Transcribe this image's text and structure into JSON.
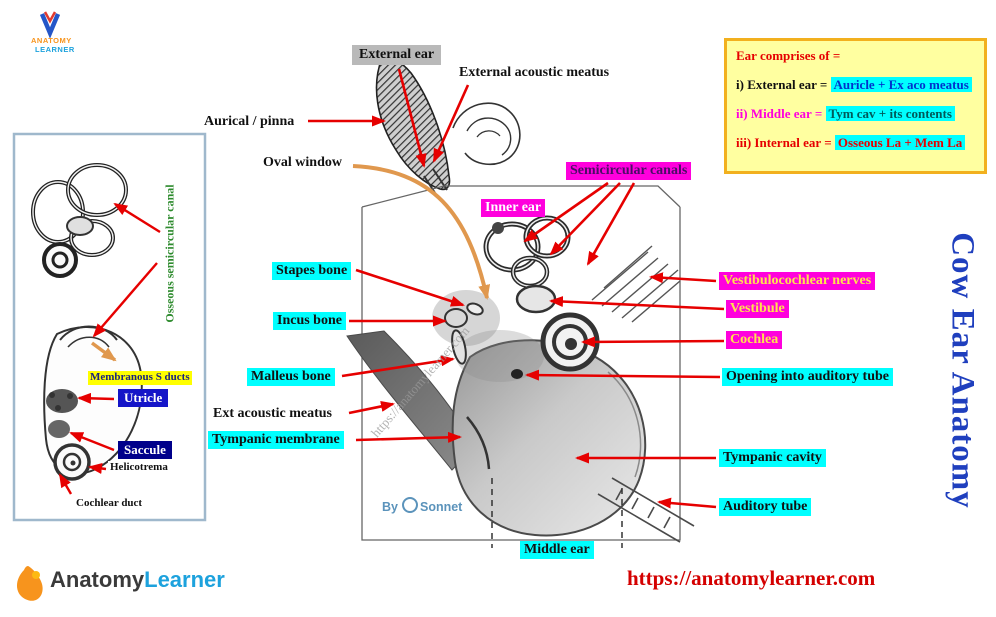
{
  "side_title": {
    "text": "Cow Ear Anatomy"
  },
  "footer": {
    "url": "https://anatomylearner.com"
  },
  "watermark": {
    "text": "https://anatomylearner.com"
  },
  "credit": {
    "by": "By",
    "name": "Sonnet"
  },
  "logo_top": {
    "line1": "ANATOMY",
    "line2": "LEARNER"
  },
  "logo_bottom": {
    "part1": "Anatomy",
    "part2": "Learner"
  },
  "info_box": {
    "title": "Ear comprises of =",
    "items": [
      {
        "label": "i) External ear =",
        "value": "Auricle + Ex aco meatus"
      },
      {
        "label": "ii) Middle ear =",
        "value": "Tym cav + its contents"
      },
      {
        "label": "iii) Internal ear =",
        "value": "Osseous La + Mem La"
      }
    ]
  },
  "labels": {
    "external_ear": "External ear",
    "external_acoustic_meatus": "External acoustic meatus",
    "aurical_pinna": "Aurical / pinna",
    "oval_window": "Oval window",
    "semicircular_canals": "Semicircular canals",
    "inner_ear": "Inner ear",
    "stapes_bone": "Stapes bone",
    "incus_bone": "Incus bone",
    "malleus_bone": "Malleus bone",
    "ext_acoustic_meatus": "Ext acoustic meatus",
    "tympanic_membrane": "Tympanic membrane",
    "vestibulocochlear_nerves": "Vestibulocochlear nerves",
    "vestibule": "Vestibule",
    "cochlea": "Cochlea",
    "opening_auditory_tube": "Opening into auditory tube",
    "tympanic_cavity": "Tympanic cavity",
    "auditory_tube": "Auditory tube",
    "middle_ear": "Middle ear"
  },
  "inset": {
    "osseous_semicircular_canal": "Osseous semicircular canal",
    "membranous_s_ducts": "Membranous S ducts",
    "utricle": "Utricle",
    "saccule": "Saccule",
    "helicotrema": "Helicotrema",
    "cochlear_duct": "Cochlear duct"
  },
  "colors": {
    "cyan_highlight": "#00ffff",
    "magenta_highlight": "#ff00dd",
    "arrow_red": "#e60000",
    "arrow_orange": "#e0984e",
    "info_box_bg": "#ffffa0",
    "url_red": "#d40000",
    "side_title_blue": "#1f3fbe"
  }
}
